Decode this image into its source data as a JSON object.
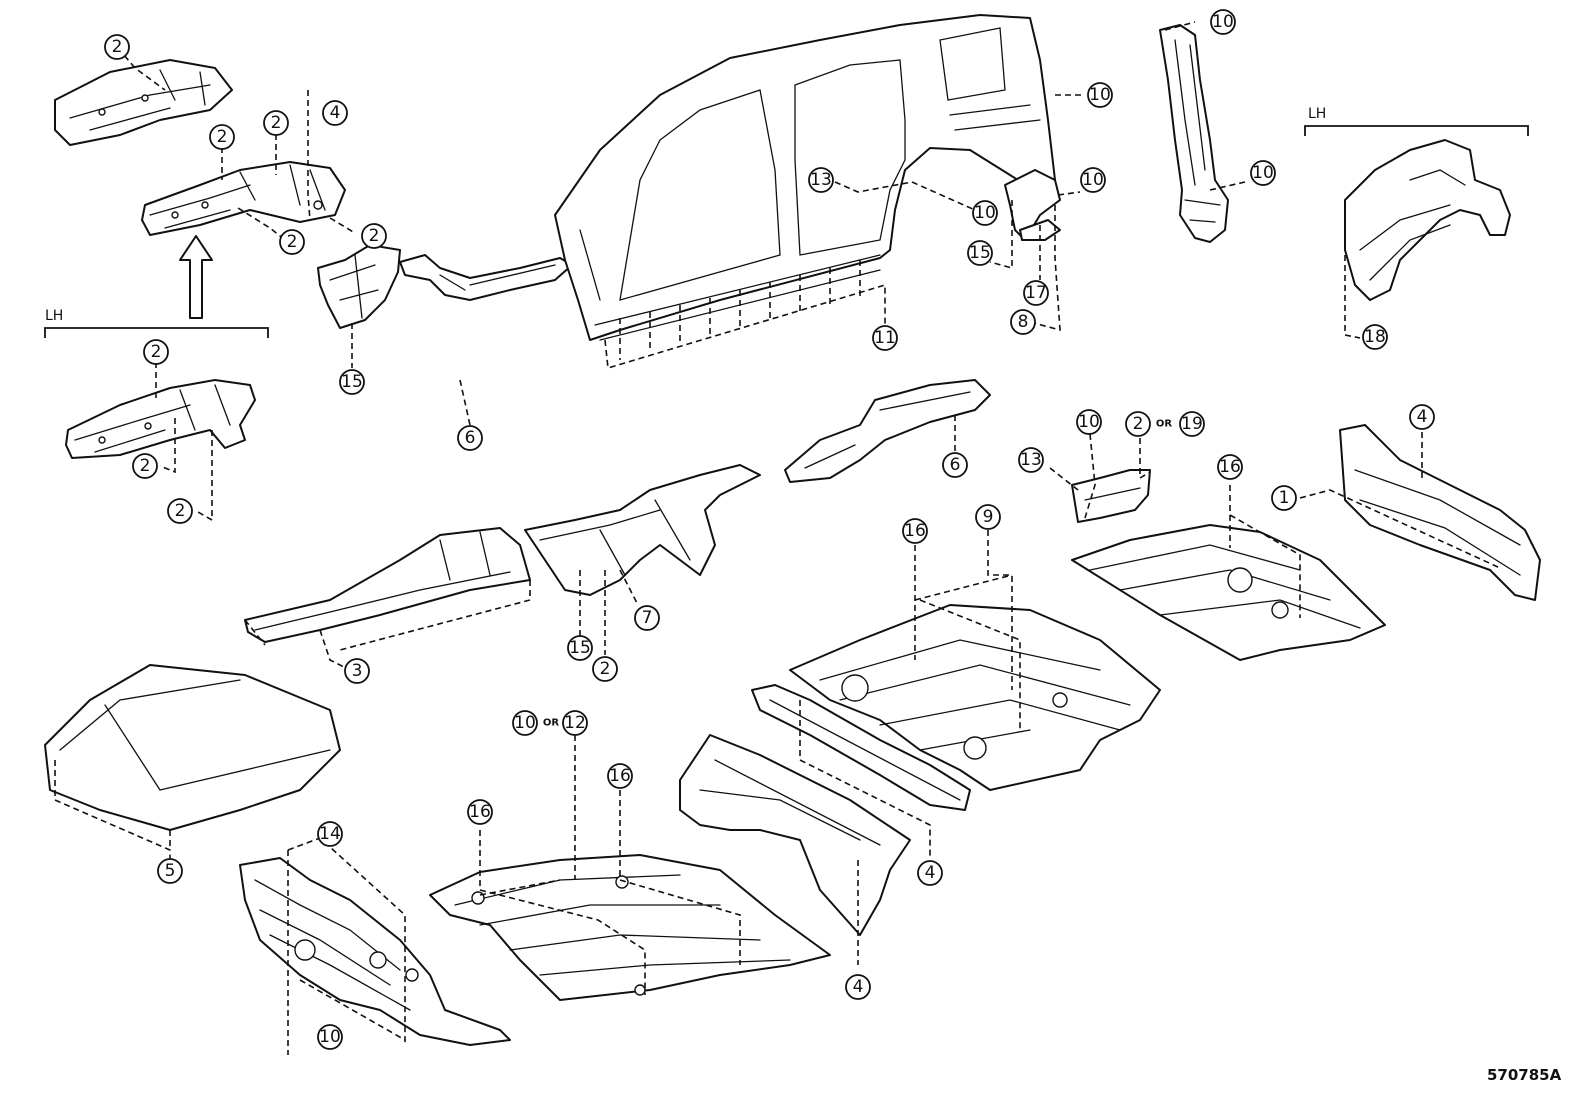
{
  "diagram": {
    "drawing_code": "570785A",
    "lh_label": "LH",
    "or_label": "OR",
    "callouts": {
      "c1": "1",
      "c2": "2",
      "c3": "3",
      "c4": "4",
      "c5": "5",
      "c6": "6",
      "c7": "7",
      "c8": "8",
      "c9": "9",
      "c10": "10",
      "c11": "11",
      "c12": "12",
      "c13": "13",
      "c14": "14",
      "c15": "15",
      "c16": "16",
      "c17": "17",
      "c18": "18",
      "c19": "19"
    }
  }
}
